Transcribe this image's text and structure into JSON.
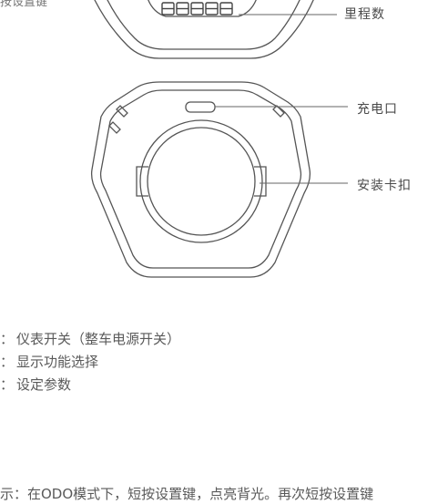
{
  "top_partial_label": "按设置键",
  "callouts": {
    "odometer": "里程数",
    "charging_port": "充电口",
    "mount_clip": "安装卡扣"
  },
  "display_readout": "88888",
  "legend": [
    {
      "prefix": "：",
      "text": "仪表开关（整车电源开关）"
    },
    {
      "prefix": "：",
      "text": "显示功能选择"
    },
    {
      "prefix": "：",
      "text": "设定参数"
    }
  ],
  "note": "示：在ODO模式下，短按设置键，点亮背光。再次短按设置键"
}
